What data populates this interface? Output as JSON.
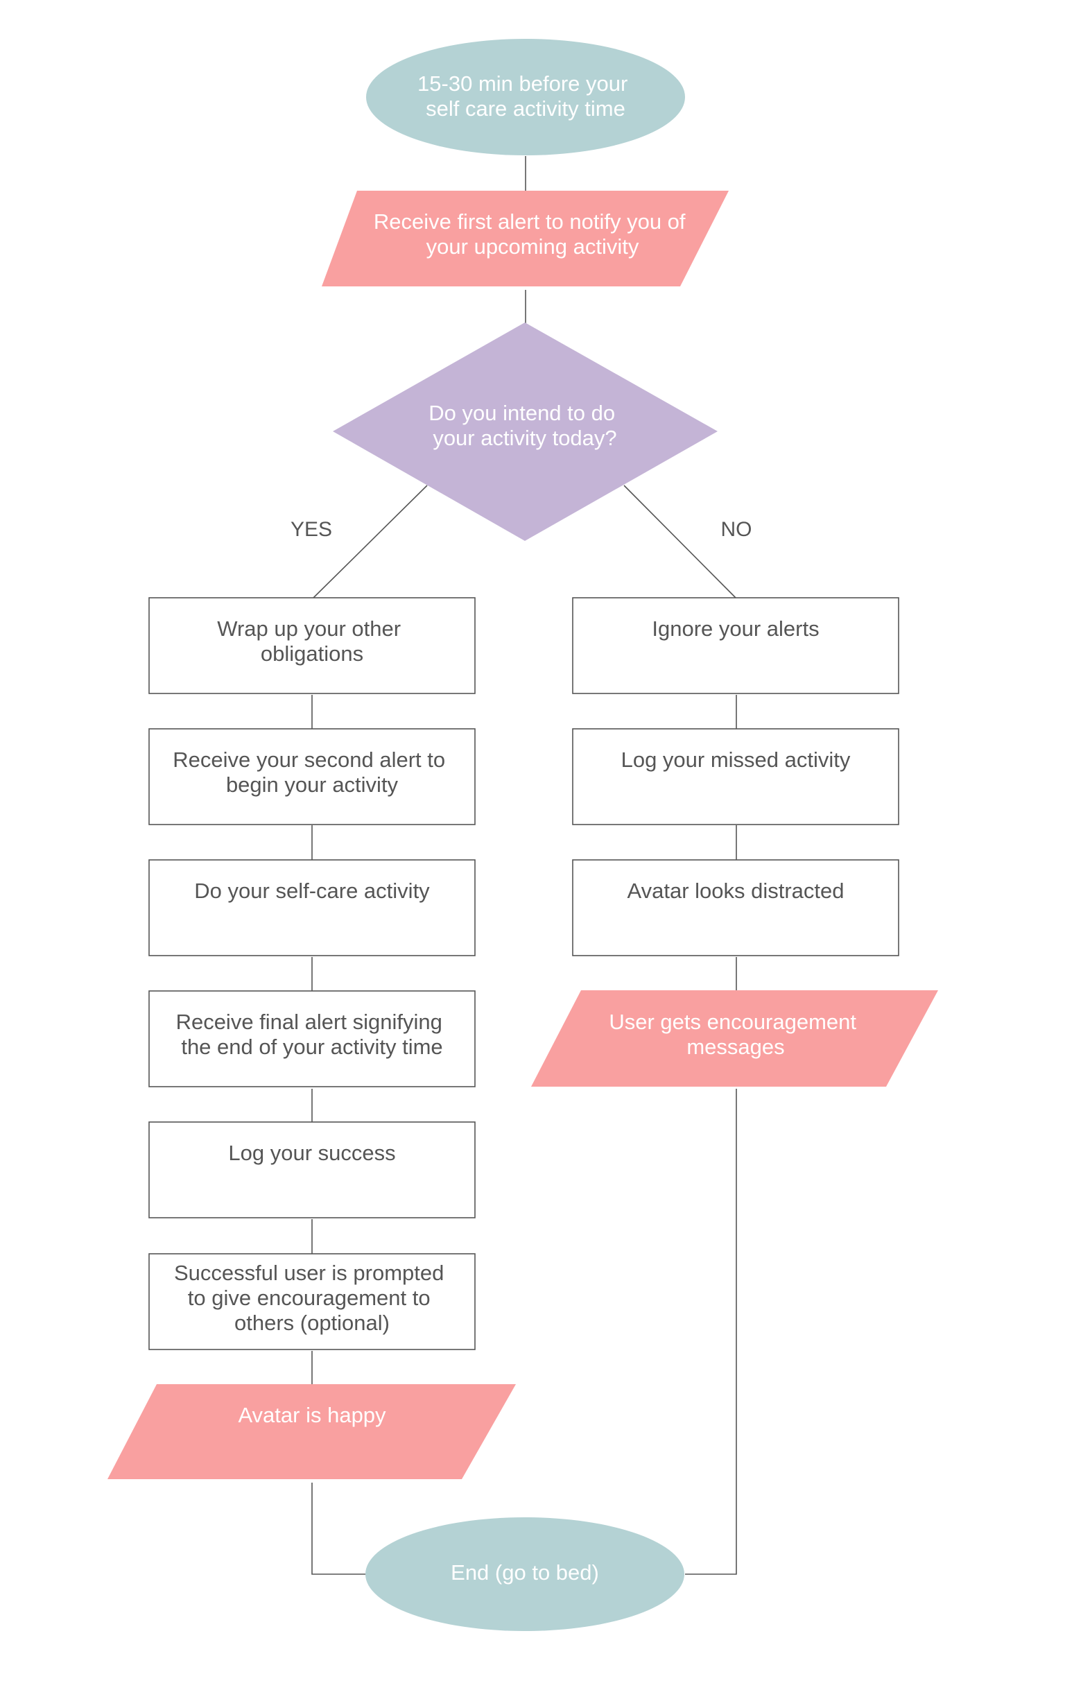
{
  "colors": {
    "terminal": "#b4d2d4",
    "io": "#f9a0a0",
    "decision": "#c4b4d6",
    "process_border": "#555555",
    "connector": "#555555"
  },
  "start": {
    "lines": [
      "15-30 min before your",
      "self care activity time"
    ]
  },
  "first_alert": {
    "lines": [
      "Receive first alert to notify you of",
      "your upcoming activity"
    ]
  },
  "decision": {
    "lines": [
      "Do you intend to do",
      "your activity today?"
    ]
  },
  "branches": {
    "yes": "YES",
    "no": "NO"
  },
  "yes_steps": [
    {
      "lines": [
        "Wrap up your other",
        "obligations"
      ]
    },
    {
      "lines": [
        "Receive your second alert to",
        "begin your activity"
      ]
    },
    {
      "lines": [
        "Do your self-care activity"
      ]
    },
    {
      "lines": [
        "Receive final alert signifying",
        "the end of your activity time"
      ]
    },
    {
      "lines": [
        "Log your success"
      ]
    },
    {
      "lines": [
        "Successful user is prompted",
        "to give encouragement to",
        "others (optional)"
      ]
    }
  ],
  "yes_io": {
    "lines": [
      "Avatar is happy"
    ]
  },
  "no_steps": [
    {
      "lines": [
        "Ignore your alerts"
      ]
    },
    {
      "lines": [
        "Log your missed activity"
      ]
    },
    {
      "lines": [
        "Avatar looks distracted"
      ]
    }
  ],
  "no_io": {
    "lines": [
      "User gets encouragement",
      "messages"
    ]
  },
  "end": {
    "lines": [
      "End (go to bed)"
    ]
  }
}
